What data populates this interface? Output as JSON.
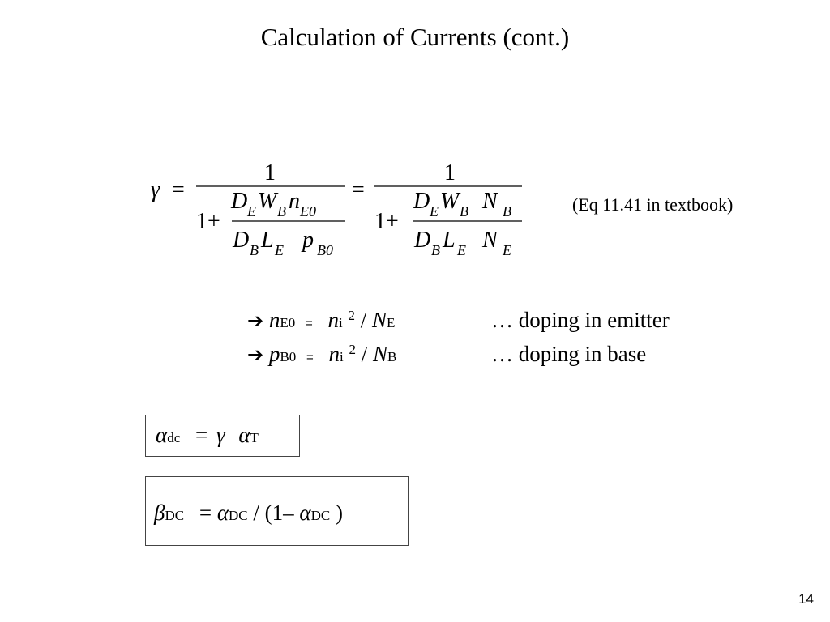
{
  "slide": {
    "title": "Calculation of Currents (cont.)",
    "page_number": "14"
  },
  "gamma_equation": {
    "lhs": "γ",
    "equals": "=",
    "numerator": "1",
    "one_plus": "1+",
    "frac1": {
      "num": [
        {
          "base": "D",
          "sub": "E"
        },
        {
          "base": "W",
          "sub": "B"
        },
        {
          "base": "n",
          "sub": "E0"
        }
      ],
      "den": [
        {
          "base": "D",
          "sub": "B"
        },
        {
          "base": "L",
          "sub": "E"
        },
        {
          "base": "p",
          "sub": "B0"
        }
      ]
    },
    "frac2": {
      "num": [
        {
          "base": "D",
          "sub": "E"
        },
        {
          "base": "W",
          "sub": "B"
        },
        {
          "base": "N",
          "sub": "B"
        }
      ],
      "den": [
        {
          "base": "D",
          "sub": "B"
        },
        {
          "base": "L",
          "sub": "E"
        },
        {
          "base": "N",
          "sub": "E"
        }
      ]
    },
    "reference": "(Eq 11.41 in textbook)"
  },
  "doping_relations": [
    {
      "var": "n",
      "sub": "E0",
      "eq": "=",
      "ni": "n",
      "ni_sub": "i",
      "sup": "2",
      "slash": "/",
      "N": "N",
      "N_sub": "E",
      "desc": "…  doping in emitter"
    },
    {
      "var": "p",
      "sub": "B0",
      "eq": "=",
      "ni": "n",
      "ni_sub": "i",
      "sup": "2",
      "slash": "/",
      "N": "N",
      "N_sub": "B",
      "desc": "…  doping in base"
    }
  ],
  "alpha_box": {
    "alpha": "α",
    "alpha_sub": "dc",
    "eq": "=",
    "gamma": "γ",
    "alphaT": "α",
    "alphaT_sub": "T"
  },
  "beta_box": {
    "beta": "β",
    "beta_sub": "DC",
    "eq": "=",
    "alpha1": "α",
    "alpha1_sub": "DC",
    "slash": "/",
    "open": "(1–",
    "alpha2": "α",
    "alpha2_sub": "DC",
    "close": ")"
  }
}
